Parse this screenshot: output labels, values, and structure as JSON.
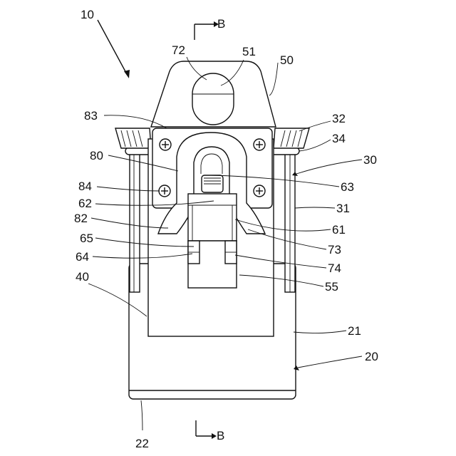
{
  "figure": {
    "labels": [
      {
        "id": "10",
        "text": "10"
      },
      {
        "id": "50",
        "text": "50"
      },
      {
        "id": "51",
        "text": "51"
      },
      {
        "id": "72",
        "text": "72"
      },
      {
        "id": "83",
        "text": "83"
      },
      {
        "id": "32",
        "text": "32"
      },
      {
        "id": "34",
        "text": "34"
      },
      {
        "id": "80",
        "text": "80"
      },
      {
        "id": "30",
        "text": "30"
      },
      {
        "id": "84",
        "text": "84"
      },
      {
        "id": "63",
        "text": "63"
      },
      {
        "id": "62",
        "text": "62"
      },
      {
        "id": "31",
        "text": "31"
      },
      {
        "id": "82",
        "text": "82"
      },
      {
        "id": "61",
        "text": "61"
      },
      {
        "id": "65",
        "text": "65"
      },
      {
        "id": "73",
        "text": "73"
      },
      {
        "id": "64",
        "text": "64"
      },
      {
        "id": "74",
        "text": "74"
      },
      {
        "id": "40",
        "text": "40"
      },
      {
        "id": "55",
        "text": "55"
      },
      {
        "id": "21",
        "text": "21"
      },
      {
        "id": "20",
        "text": "20"
      },
      {
        "id": "22",
        "text": "22"
      }
    ],
    "section_marker_top": "B",
    "section_marker_bottom": "B"
  }
}
